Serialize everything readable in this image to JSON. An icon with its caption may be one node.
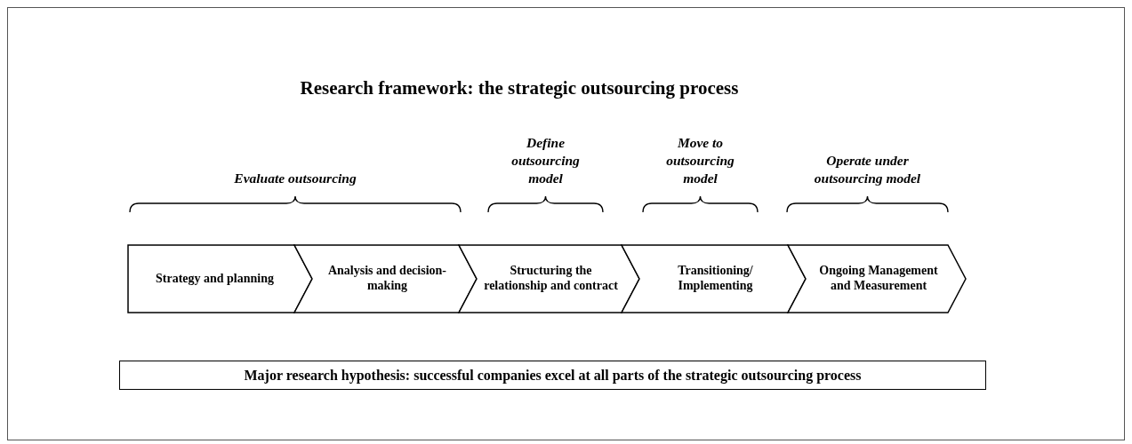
{
  "diagram": {
    "title": "Research framework: the strategic outsourcing process",
    "nodes": [
      {
        "text": [
          "Strategy and planning"
        ]
      },
      {
        "text": [
          "Analysis and decision-making"
        ]
      },
      {
        "text": [
          "Structuring the relationship and contract"
        ]
      },
      {
        "text": [
          "Transitioning/ Implementing"
        ]
      },
      {
        "text": [
          "Ongoing Management and Measurement"
        ]
      },
      {
        "text": [
          "Major research hypothesis: successful companies excel at all parts of the strategic outsourcing process"
        ]
      }
    ],
    "edges": [],
    "labels": [
      "Evaluate outsourcing",
      "Define outsourcing model",
      "Move to outsourcing model",
      "Operate under outsourcing model"
    ]
  }
}
